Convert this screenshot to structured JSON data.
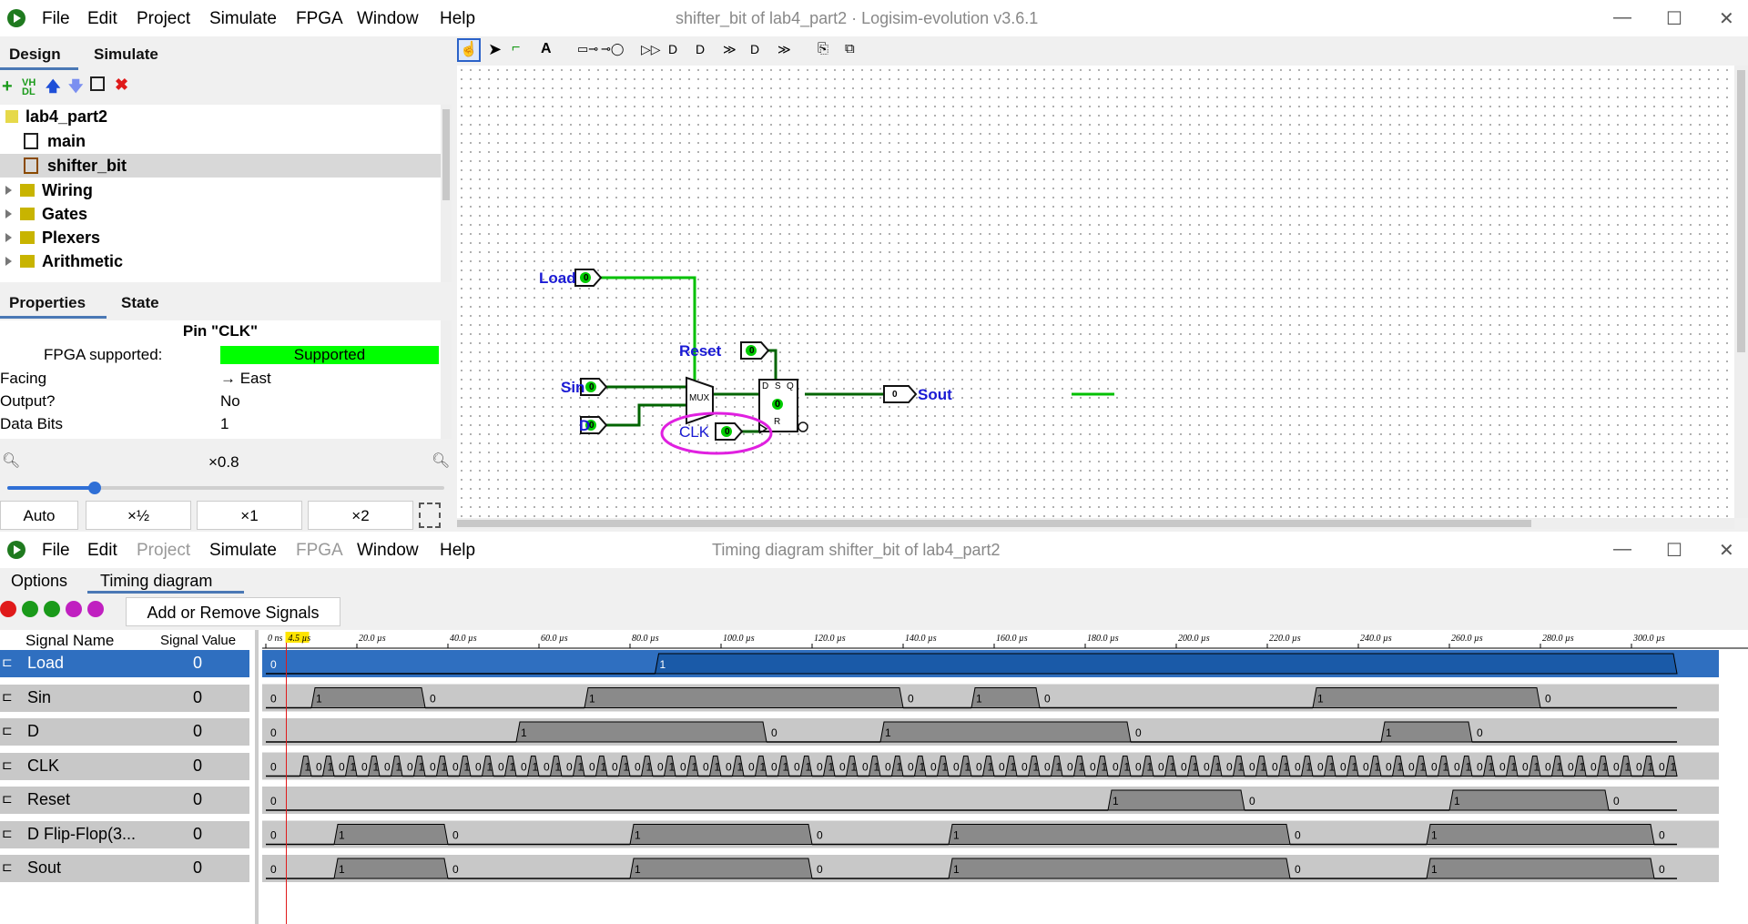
{
  "main_window": {
    "title": "shifter_bit of lab4_part2 · Logisim-evolution v3.6.1",
    "menus": [
      "File",
      "Edit",
      "Project",
      "Simulate",
      "FPGA",
      "Window",
      "Help"
    ],
    "controls": {
      "minimize": "—",
      "maximize": "☐",
      "close": "✕"
    },
    "design_tabs": [
      "Design",
      "Simulate"
    ],
    "tree": {
      "project": "lab4_part2",
      "circuits": [
        "main",
        "shifter_bit"
      ],
      "libraries": [
        "Wiring",
        "Gates",
        "Plexers",
        "Arithmetic"
      ]
    },
    "prop_tabs": [
      "Properties",
      "State"
    ],
    "prop_title": "Pin \"CLK\"",
    "properties": [
      {
        "name": "FPGA supported:",
        "value": "Supported"
      },
      {
        "name": "Facing",
        "value": "→ East"
      },
      {
        "name": "Output?",
        "value": "No"
      },
      {
        "name": "Data Bits",
        "value": "1"
      }
    ],
    "zoom_label": "×0.8",
    "zoom_level": 0.2,
    "zoom_buttons": [
      "Auto",
      "×½",
      "×1",
      "×2"
    ],
    "circuit": {
      "pins": {
        "load": "Load",
        "reset": "Reset",
        "sin": "Sin",
        "d": "D",
        "clk": "CLK",
        "sout": "Sout"
      },
      "pin_value": "0",
      "mux_label": "MUX",
      "ff_labels": {
        "d": "D",
        "s": "S",
        "q": "Q",
        "r": "R",
        "value": "0"
      }
    }
  },
  "timing_window": {
    "title": "Timing diagram shifter_bit of lab4_part2",
    "menus": [
      "File",
      "Edit",
      "Project",
      "Simulate",
      "FPGA",
      "Window",
      "Help"
    ],
    "disabled_menus": [
      "Project",
      "FPGA"
    ],
    "tabs": [
      "Options",
      "Timing diagram"
    ],
    "add_remove_label": "Add or Remove Signals",
    "col_headers": {
      "name": "Signal Name",
      "value": "Signal Value"
    },
    "time_labels": [
      "0 ns",
      "4.5 µs",
      "20.0 µs",
      "40.0 µs",
      "60.0 µs",
      "80.0 µs",
      "100.0 µs",
      "120.0 µs",
      "140.0 µs",
      "160.0 µs",
      "180.0 µs",
      "200.0 µs",
      "220.0 µs",
      "240.0 µs",
      "260.0 µs",
      "280.0 µs",
      "300.0 µs"
    ],
    "signals": [
      {
        "name": "Load",
        "value": "0",
        "selected": true,
        "transitions": [
          0,
          85.5
        ],
        "levels": [
          0,
          1
        ]
      },
      {
        "name": "Sin",
        "value": "0",
        "transitions": [
          0,
          10,
          35,
          70,
          140,
          155,
          170,
          230,
          280
        ],
        "levels": [
          0,
          1,
          0,
          1,
          0,
          1,
          0,
          1,
          0
        ]
      },
      {
        "name": "D",
        "value": "0",
        "transitions": [
          0,
          55,
          110,
          135,
          190,
          245,
          265
        ],
        "levels": [
          0,
          1,
          0,
          1,
          0,
          1,
          0
        ]
      },
      {
        "name": "CLK",
        "value": "0",
        "clock": true
      },
      {
        "name": "Reset",
        "value": "0",
        "transitions": [
          0,
          185,
          215,
          260,
          295
        ],
        "levels": [
          0,
          1,
          0,
          1,
          0
        ]
      },
      {
        "name": "D Flip-Flop(3...",
        "value": "0",
        "transitions": [
          0,
          15,
          40,
          80,
          120,
          150,
          225,
          255,
          305
        ],
        "levels": [
          0,
          1,
          0,
          1,
          0,
          1,
          0,
          1,
          0
        ]
      },
      {
        "name": "Sout",
        "value": "0",
        "transitions": [
          0,
          15,
          40,
          80,
          120,
          150,
          225,
          255,
          305
        ],
        "levels": [
          0,
          1,
          0,
          1,
          0,
          1,
          0,
          1,
          0
        ]
      }
    ]
  }
}
